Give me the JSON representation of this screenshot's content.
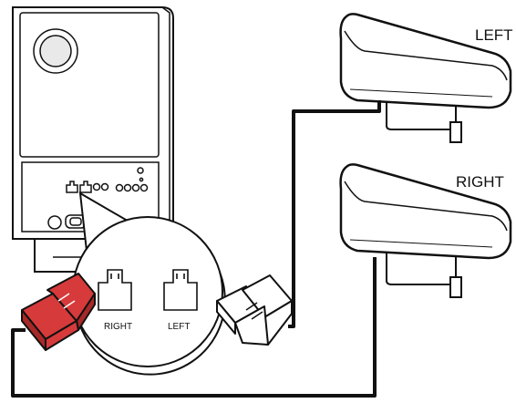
{
  "labels": {
    "speaker_left": "LEFT",
    "speaker_right": "RIGHT",
    "jack_right": "RIGHT",
    "jack_left": "LEFT"
  },
  "colors": {
    "line": "#111111",
    "connector_active": "#d63a3a",
    "device_fill": "#ffffff"
  }
}
